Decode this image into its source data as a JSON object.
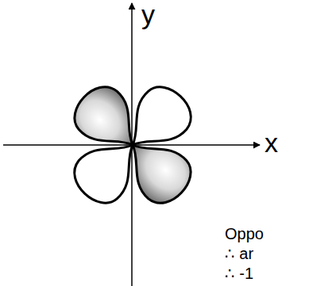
{
  "diagram": {
    "labels": [
      "y",
      "x",
      "Oppo",
      "∴ ar",
      "∴ -1"
    ]
  }
}
